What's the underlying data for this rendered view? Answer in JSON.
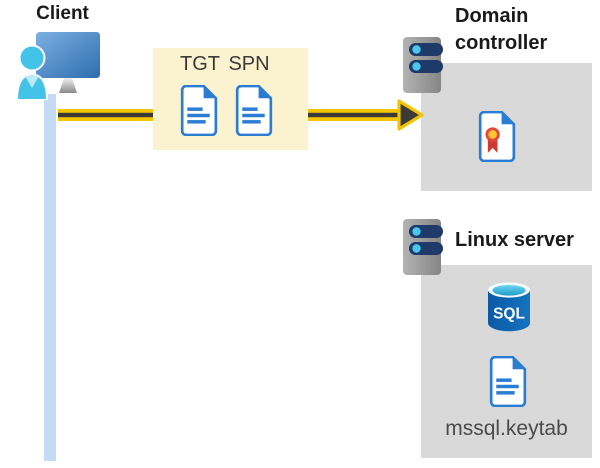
{
  "client": {
    "label": "Client"
  },
  "ticket_box": {
    "tgt_label": "TGT",
    "spn_label": "SPN"
  },
  "domain_controller": {
    "label": "Domain controller"
  },
  "linux_server": {
    "label": "Linux server",
    "keytab_label": "mssql.keytab",
    "sql_icon_text": "SQL"
  },
  "colors": {
    "arrow_yellow": "#F2C500",
    "arrow_dark": "#3B3A39",
    "ticket_box_bg": "#FBF3CF",
    "panel_gray": "#D9D9D9",
    "client_line_blue": "#C5DBF4",
    "document_blue": "#2B7CD3",
    "certificate_red": "#E3483E",
    "certificate_gold": "#FFC52F",
    "sql_body_blue": "#0F64AC",
    "sql_top_cyan": "#3EC3E6",
    "server_bar_navy": "#1E3A68",
    "server_dot_cyan": "#49C7EC"
  }
}
